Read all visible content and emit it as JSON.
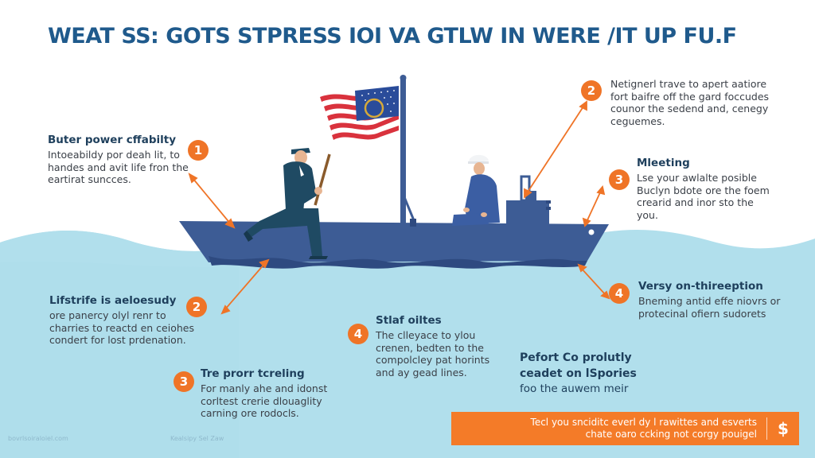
{
  "header": {
    "title": "WEAT SS: GOTS STPRESS IOI VA GTLW IN WERE /IT UP FU.F"
  },
  "illustration": {
    "description": "Two uniformed figures on a blue boat with a waving flag on a mast, floating on light-blue water",
    "colors": {
      "boat": "#3d5c95",
      "boat_shadow": "#2e4a80",
      "water": "#acdcea",
      "water_light": "#c4e7f1",
      "figure_left": "#1f4a63",
      "figure_right": "#3b5ea3",
      "accent": "#ef7427",
      "title": "#1f5a8c"
    }
  },
  "callouts": [
    {
      "id": "left-1",
      "number": "1",
      "heading": "Buter power cffabilty",
      "lines": [
        "Intoeabildy por deah lit, to",
        "handes and avit life fron the",
        "eartirat suncces."
      ]
    },
    {
      "id": "right-2",
      "number": "2",
      "heading": "",
      "lines": [
        "Netignerl trave to apert aatiore",
        "fort baifre off the gard foccudes",
        "counor the sedend and, cenegy",
        "ceguemes."
      ]
    },
    {
      "id": "right-3",
      "number": "3",
      "heading": "Mleeting",
      "lines": [
        "Lse your awlalte posible",
        "Buclyn bdote ore the foem",
        "crearid and inor sto the",
        "you."
      ]
    },
    {
      "id": "right-4",
      "number": "4",
      "heading": "Versy on-thireeption",
      "lines": [
        "Bneming antid effe niovrs or",
        "protecinal ofiern sudorets"
      ]
    },
    {
      "id": "left-2",
      "number": "2",
      "heading": "Lifstrife is aeloesudy",
      "lines": [
        "ore panercy olyl renr to",
        "charries to reactd en ceiohes",
        "condert for lost prdenation."
      ]
    },
    {
      "id": "bottom-3",
      "number": "3",
      "heading": "Tre prorr tcreling",
      "lines": [
        "For manly ahe and idonst",
        "corltest crerie dlouaglity",
        "carning ore rodocls."
      ]
    },
    {
      "id": "center-4",
      "number": "4",
      "heading": "Stlaf oiltes",
      "lines": [
        "The clleyace to ylou",
        "crenen, bedten to the",
        "compolcley pat horints",
        "and ay gead lines."
      ]
    },
    {
      "id": "center-right",
      "number": "",
      "heading": "",
      "lines": [
        "Pefort Co prolutly",
        "ceadet on lSpories",
        "foo the auwem meir"
      ]
    }
  ],
  "banner": {
    "lines": [
      "Tecl you snciditc everl dy l rawittes and esverts",
      "chate oaro ccking not corgy pouigel"
    ],
    "icon": "hand-dollar-icon",
    "icon_glyph": "$"
  },
  "footer": {
    "left": "bovrlsoiraloiel.com",
    "center": "Kealsipy Sel Zaw"
  }
}
